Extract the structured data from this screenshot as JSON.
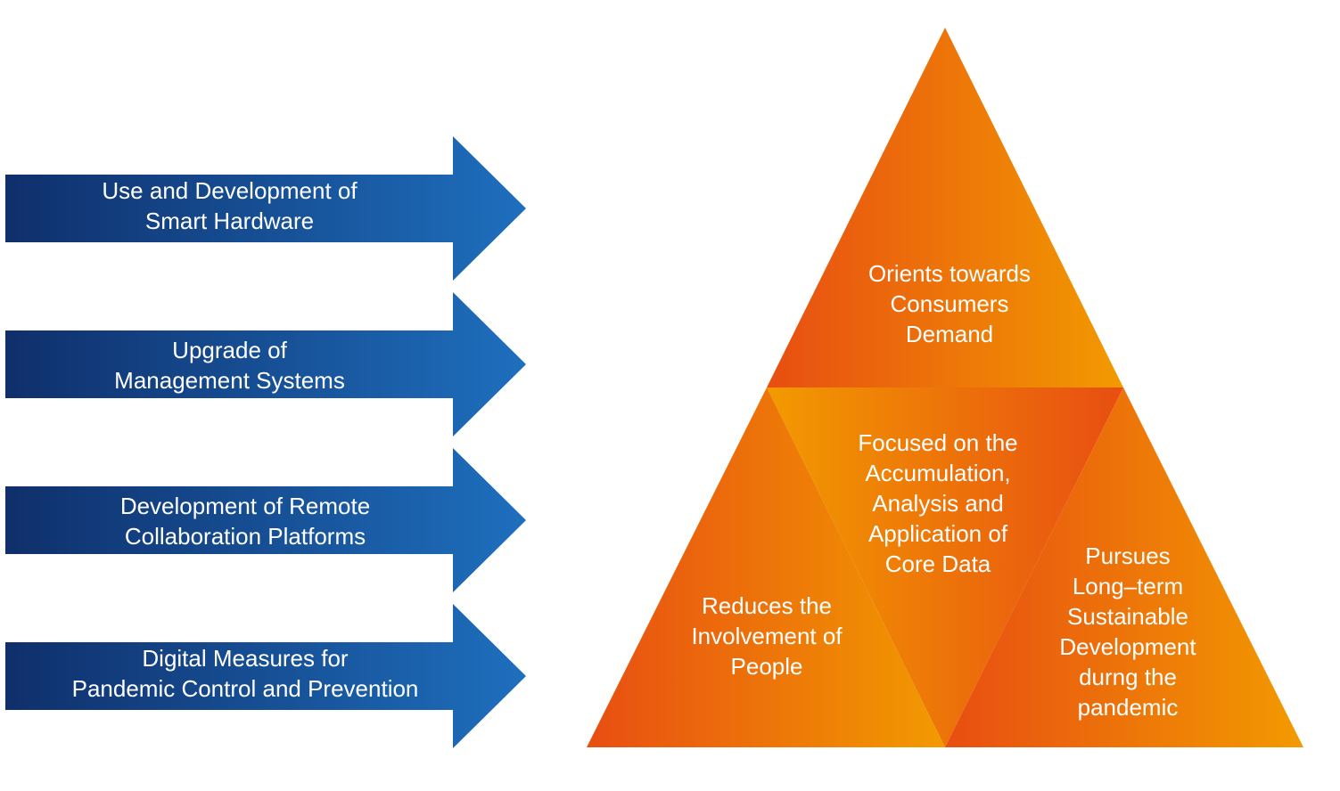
{
  "colors": {
    "arrow_dark": "#0f2f6b",
    "arrow_light": "#1e6fbe",
    "orange_dark": "#e84e12",
    "orange_light": "#f29a00",
    "text": "#ffffff"
  },
  "arrows": [
    {
      "lines": [
        "Use and Development of",
        "Smart Hardware"
      ]
    },
    {
      "lines": [
        "Upgrade of",
        "Management Systems"
      ]
    },
    {
      "lines": [
        "Development of Remote",
        "Collaboration Platforms"
      ]
    },
    {
      "lines": [
        "Digital Measures for",
        "Pandemic Control and Prevention"
      ]
    }
  ],
  "pyramid": {
    "top": {
      "lines": [
        "Orients towards",
        "Consumers",
        "Demand"
      ]
    },
    "center": {
      "lines": [
        "Focused on the",
        "Accumulation,",
        "Analysis and",
        "Application of",
        "Core Data"
      ]
    },
    "left": {
      "lines": [
        "Reduces the",
        "Involvement of",
        "People"
      ]
    },
    "right": {
      "lines": [
        "Pursues",
        "Long–term",
        "Sustainable",
        "Development",
        "durng the",
        "pandemic"
      ]
    }
  }
}
